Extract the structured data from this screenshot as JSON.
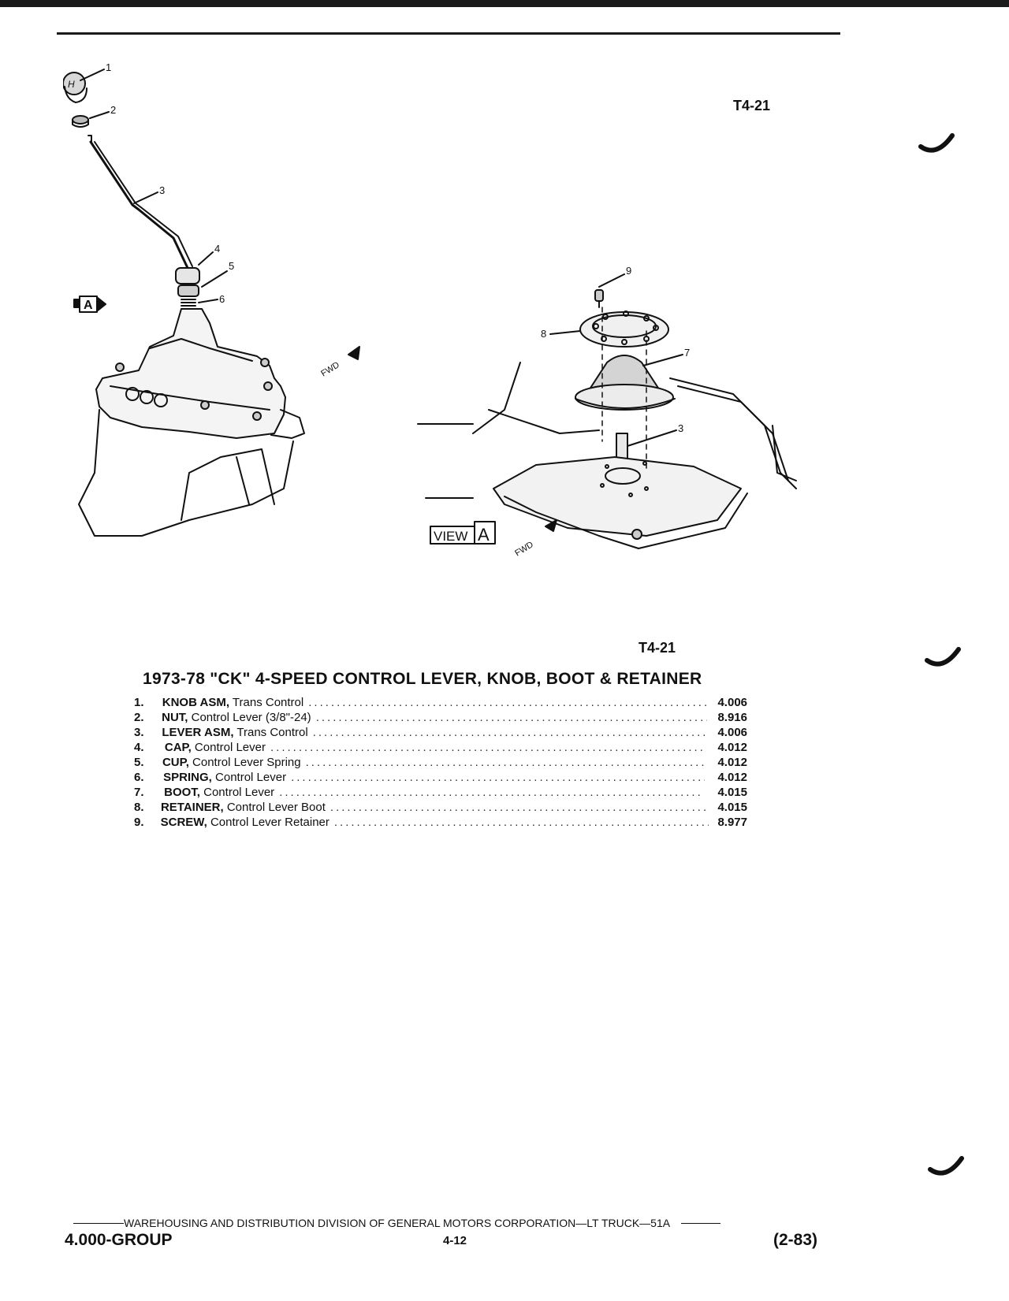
{
  "figure": {
    "code_top": "T4-21",
    "code_bottom": "T4-21",
    "callouts": [
      "1",
      "2",
      "3",
      "4",
      "5",
      "6",
      "7",
      "8",
      "9",
      "3"
    ],
    "view_badge_letter": "A",
    "view_label": "VIEW",
    "view_letter": "A",
    "fwd_label": "FWD"
  },
  "title": "1973-78 \"CK\" 4-SPEED CONTROL LEVER, KNOB, BOOT & RETAINER",
  "parts": [
    {
      "num": "1.",
      "name_bold": "KNOB ASM,",
      "name_rest": " Trans Control",
      "code": "4.006"
    },
    {
      "num": "2.",
      "name_bold": "NUT,",
      "name_rest": " Control Lever (3/8\"-24)",
      "code": "8.916"
    },
    {
      "num": "3.",
      "name_bold": "LEVER ASM,",
      "name_rest": " Trans Control",
      "code": "4.006"
    },
    {
      "num": "4.",
      "name_bold": "CAP,",
      "name_rest": " Control Lever",
      "code": "4.012"
    },
    {
      "num": "5.",
      "name_bold": "CUP,",
      "name_rest": " Control Lever Spring",
      "code": "4.012"
    },
    {
      "num": "6.",
      "name_bold": "SPRING,",
      "name_rest": " Control Lever",
      "code": "4.012"
    },
    {
      "num": "7.",
      "name_bold": "BOOT,",
      "name_rest": " Control Lever",
      "code": "4.015"
    },
    {
      "num": "8.",
      "name_bold": "RETAINER,",
      "name_rest": " Control Lever Boot",
      "code": "4.015"
    },
    {
      "num": "9.",
      "name_bold": "SCREW,",
      "name_rest": " Control Lever Retainer",
      "code": "8.977"
    }
  ],
  "footer": {
    "division": "WAREHOUSING AND DISTRIBUTION  DIVISION OF GENERAL MOTORS CORPORATION—LT TRUCK—51A",
    "group": "4.000-GROUP",
    "page": "4-12",
    "date": "(2-83)"
  }
}
